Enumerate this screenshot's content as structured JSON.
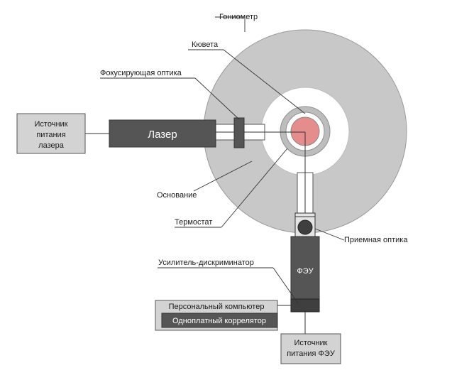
{
  "labels": {
    "goniometer": "Гониометр",
    "cuvette": "Кювета",
    "focusing_optics": "Фокусирующая оптика",
    "laser_power_line1": "Источник",
    "laser_power_line2": "питания",
    "laser_power_line3": "лазера",
    "laser": "Лазер",
    "base": "Основание",
    "thermostat": "Термостат",
    "receiving_optics": "Приемная оптика",
    "amplifier": "Усилитель-дискриминатор",
    "pmt": "ФЭУ",
    "pc": "Персональный компьютер",
    "correlator": "Одноплатный коррелятор",
    "pmt_power_line1": "Источник",
    "pmt_power_line2": "питания ФЭУ"
  },
  "colors": {
    "base_disk": "#c8c8c8",
    "dark_block": "#555555",
    "ring_white": "#ffffff",
    "thermostat": "#bdbdbd",
    "cuvette_fill": "#e58c8c",
    "box_fill": "#d3d3d3"
  }
}
